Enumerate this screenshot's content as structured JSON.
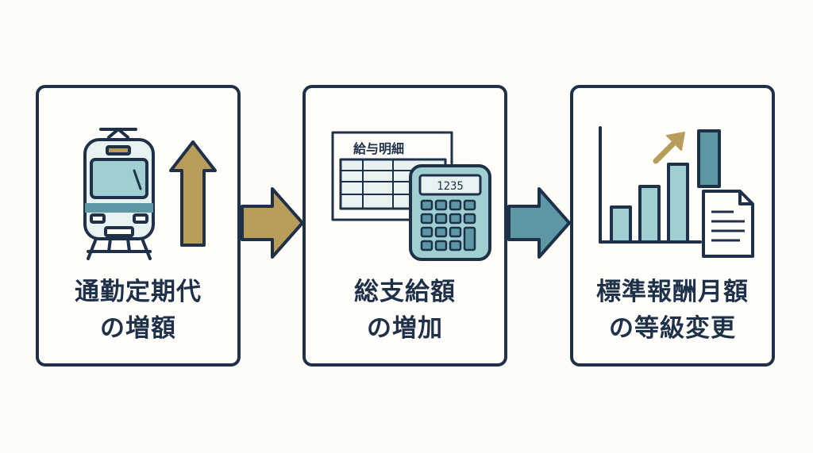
{
  "steps": [
    {
      "line1": "通勤定期代",
      "line2": "の増額",
      "icons": [
        "train-icon",
        "up-arrow-icon"
      ]
    },
    {
      "line1": "総支給額",
      "line2": "の増加",
      "icons": [
        "payslip-icon",
        "calculator-icon"
      ],
      "payslip_title": "給与明細",
      "calculator_display": "1235"
    },
    {
      "line1": "標準報酬月額",
      "line2": "の等級変更",
      "icons": [
        "bar-chart-icon",
        "trend-arrow-icon",
        "document-icon"
      ]
    }
  ],
  "connectors": [
    "flow-arrow-icon",
    "flow-arrow-icon"
  ],
  "colors": {
    "navy": "#1f3049",
    "gold": "#b89c5a",
    "teal": "#5d97a3",
    "light_teal": "#9fcfd0",
    "pale": "#e8f3f1"
  }
}
